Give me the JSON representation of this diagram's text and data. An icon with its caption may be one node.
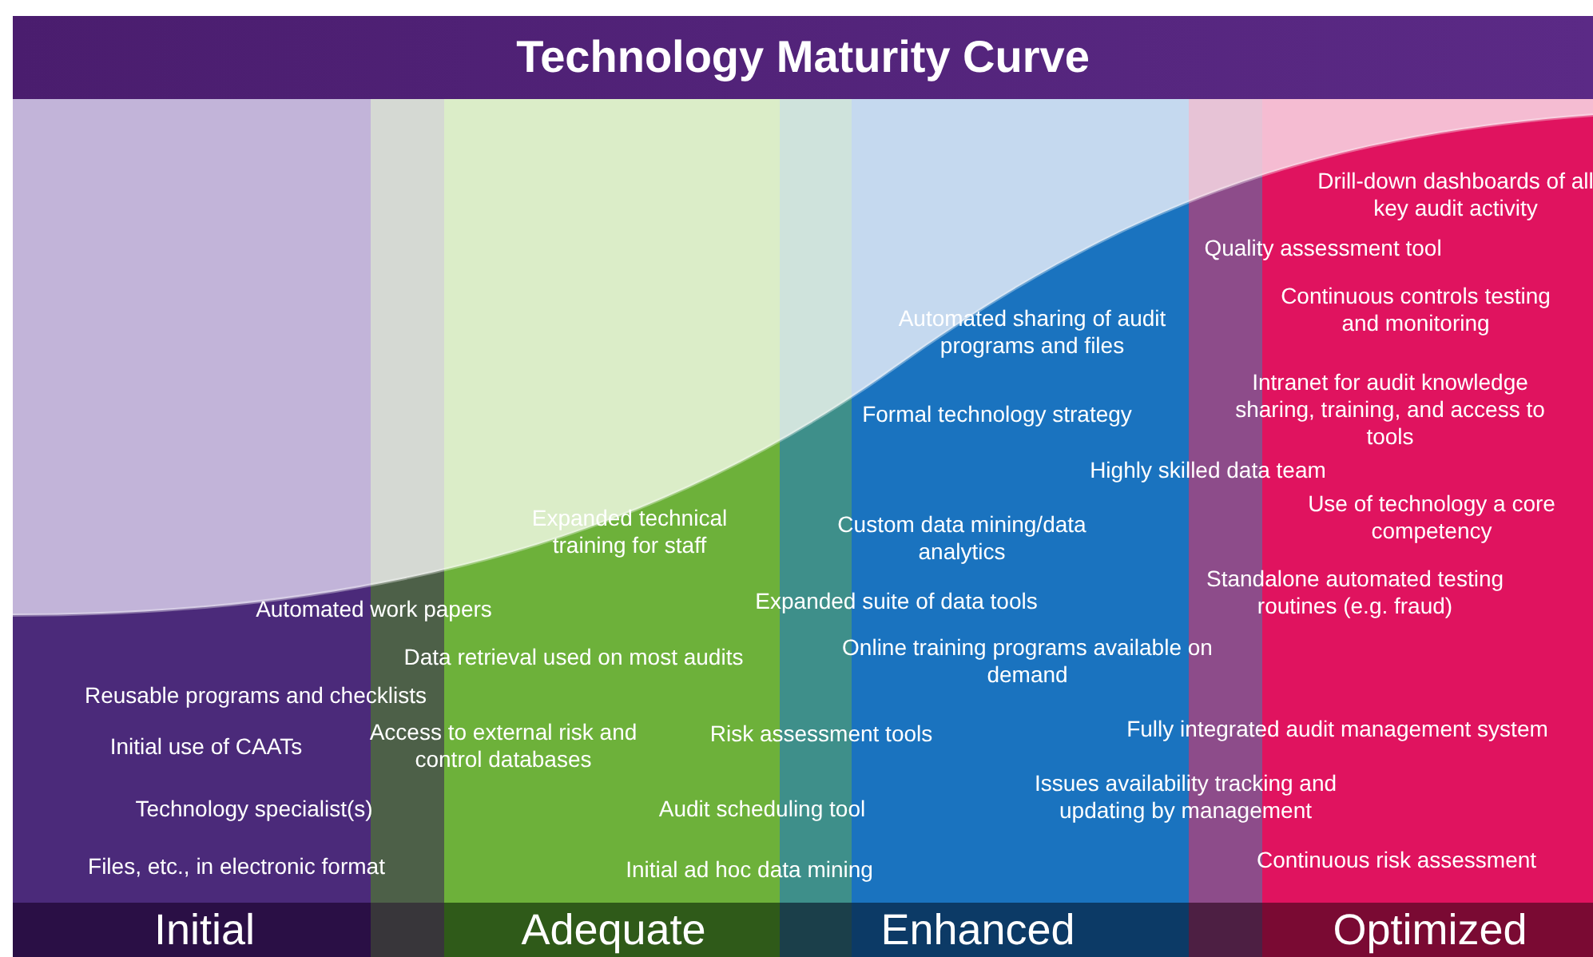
{
  "diagram": {
    "title": "Technology Maturity Curve",
    "labels": [
      "Drill-down dashboards of all key audit activity",
      "Quality assessment tool",
      "Continuous controls testing and monitoring",
      "Automated sharing of audit programs and files",
      "Intranet for audit knowledge sharing, training, and access to tools",
      "Formal technology strategy",
      "Highly skilled data team",
      "Use of technology a core competency",
      "Expanded technical training for staff",
      "Custom data mining/data analytics",
      "Standalone automated testing routines (e.g. fraud)",
      "Expanded suite of data tools",
      "Automated work papers",
      "Data retrieval used on most audits",
      "Online training programs available on demand",
      "Reusable programs and checklists",
      "Fully integrated audit management system",
      "Risk assessment tools",
      "Initial use of CAATs",
      "Access to external risk and control databases",
      "Issues availability tracking and updating by management",
      "Technology specialist(s)",
      "Audit scheduling tool",
      "Continuous risk assessment",
      "Files, etc., in electronic format",
      "Initial ad hoc data mining",
      "Initial",
      "Adequate",
      "Enhanced",
      "Optimized"
    ]
  }
}
